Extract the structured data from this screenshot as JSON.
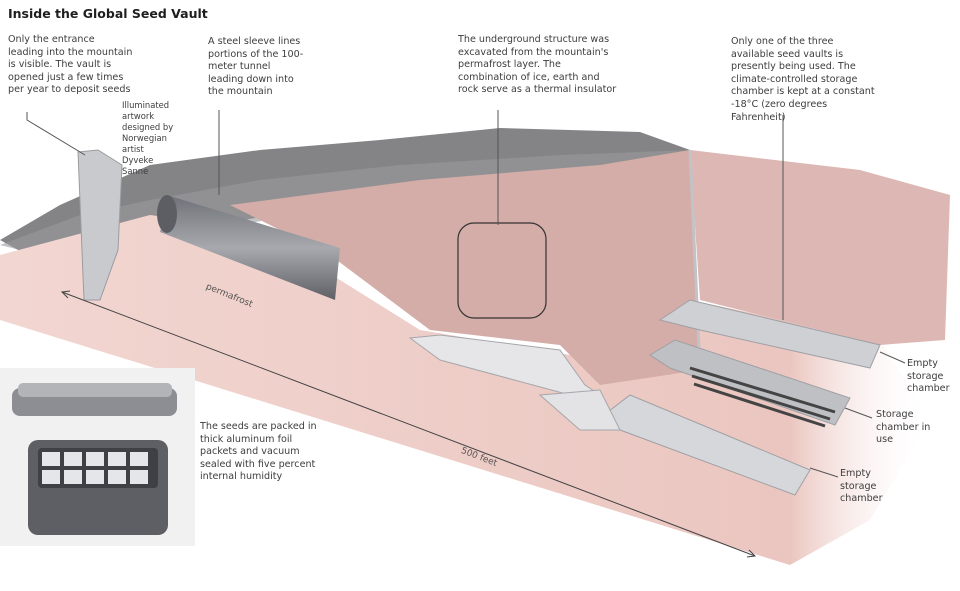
{
  "title": "Inside the Global Seed Vault",
  "annotations": {
    "entrance": "Only the entrance leading into the mountain is visible. The vault is opened just a few times per year to deposit seeds",
    "artwork": "Illuminated artwork designed by Norwegian artist Dyveke Sanne",
    "sleeve": "A steel sleeve lines portions of the 100-meter tunnel leading down into the mountain",
    "structure": "The underground structure was excavated from the mountain's permafrost layer. The combination of ice, earth and rock serve as a thermal insulator",
    "vaults": "Only one of the three available seed vaults is presently being used. The climate-controlled storage chamber is kept at a constant -18°C (zero degrees Fahrenheit)",
    "seeds": "The seeds are packed in thick aluminum foil packets and vacuum sealed with five percent internal humidity"
  },
  "labels": {
    "permafrost": "permafrost",
    "distance": "500 feet",
    "chamber_top": "Empty storage chamber",
    "chamber_middle": "Storage chamber in use",
    "chamber_bottom": "Empty storage chamber"
  },
  "colors": {
    "ground": "#ecc9c4",
    "rock": "#d3aaa6",
    "steel": "#a9abb2"
  }
}
